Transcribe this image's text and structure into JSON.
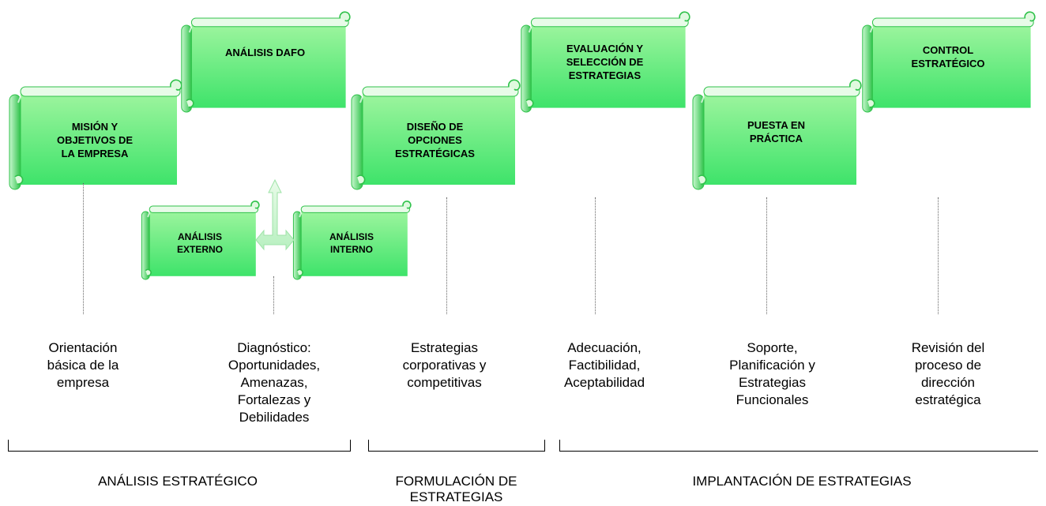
{
  "steps": [
    {
      "label": "MISIÓN Y\nOBJETIVOS DE\nLA EMPRESA"
    },
    {
      "label": "ANÁLISIS DAFO"
    },
    {
      "label": "DISEÑO DE\nOPCIONES\nESTRATÉGICAS"
    },
    {
      "label": "EVALUACIÓN Y\nSELECCIÓN DE\nESTRATEGIAS"
    },
    {
      "label": "PUESTA EN\nPRÁCTICA"
    },
    {
      "label": "CONTROL\nESTRATÉGICO"
    }
  ],
  "sub_steps": [
    {
      "label": "ANÁLISIS\nEXTERNO"
    },
    {
      "label": "ANÁLISIS\nINTERNO"
    }
  ],
  "descriptions": [
    {
      "text": "Orientación\nbásica de la\nempresa"
    },
    {
      "text": "Diagnóstico:\nOportunidades,\nAmenazas,\nFortalezas y\nDebilidades"
    },
    {
      "text": "Estrategias\ncorporativas y\ncompetitivas"
    },
    {
      "text": "Adecuación,\nFactibilidad,\nAceptabilidad"
    },
    {
      "text": "Soporte,\nPlanificación y\nEstrategias\nFuncionales"
    },
    {
      "text": "Revisión del\nproceso de\ndirección\nestratégica"
    }
  ],
  "phases": [
    {
      "text": "ANÁLISIS ESTRATÉGICO"
    },
    {
      "text": "FORMULACIÓN DE\nESTRATEGIAS"
    },
    {
      "text": "IMPLANTACIÓN DE ESTRATEGIAS"
    }
  ],
  "colors": {
    "scroll_top": "#9ff59f",
    "scroll_bottom": "#3ee36a",
    "scroll_edge": "#2fc24a",
    "line": "#666666"
  }
}
